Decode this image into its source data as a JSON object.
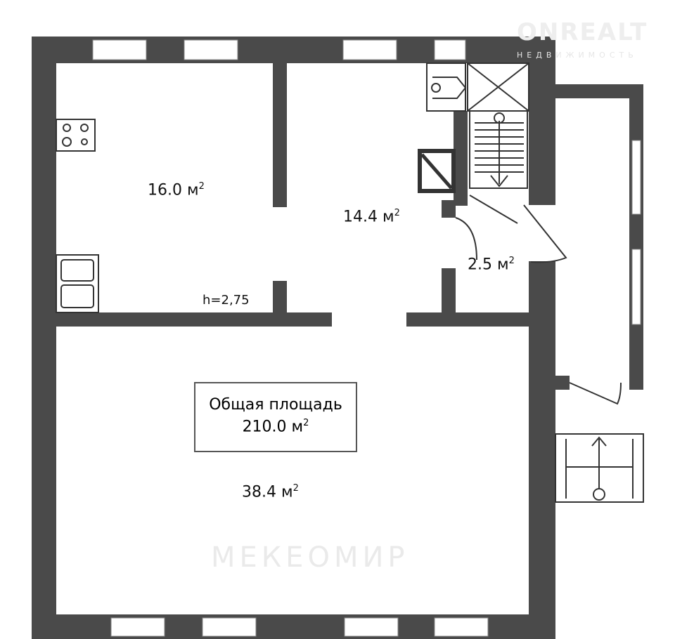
{
  "rooms": {
    "kitchen_area": "16.0 м",
    "hall_area": "14.4 м",
    "vestibule_area": "2.5 м",
    "main_area": "38.4 м",
    "ceiling_height": "h=2,75",
    "sup": "2"
  },
  "total": {
    "label": "Общая площадь",
    "value": "210.0 м",
    "sup": "2"
  },
  "branding": {
    "logo": "ONREALT",
    "logo_sub": "НЕДВИЖИМОСТЬ",
    "watermark": "МЕКЕОМИР"
  },
  "colors": {
    "wall": "#4a4a4a",
    "window": "#ffffff"
  }
}
